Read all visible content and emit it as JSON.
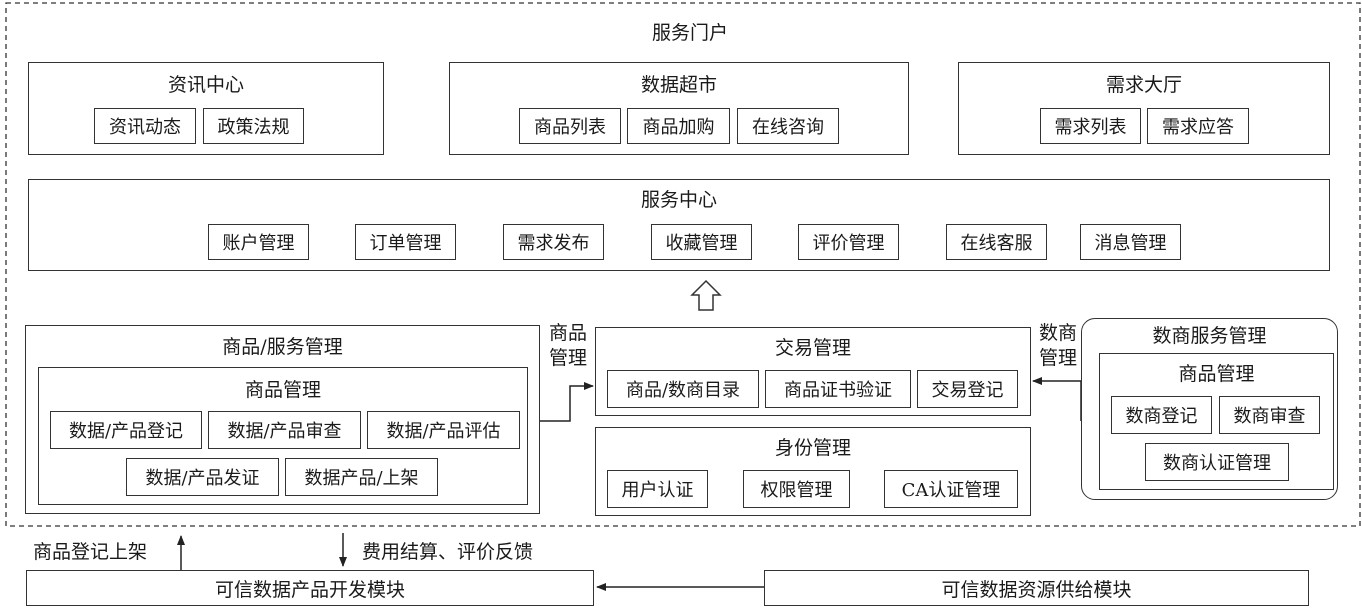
{
  "portal": {
    "title": "服务门户",
    "info_center": {
      "title": "资讯中心",
      "items": [
        "资讯动态",
        "政策法规"
      ]
    },
    "data_market": {
      "title": "数据超市",
      "items": [
        "商品列表",
        "商品加购",
        "在线咨询"
      ]
    },
    "demand_hall": {
      "title": "需求大厅",
      "items": [
        "需求列表",
        "需求应答"
      ]
    },
    "service_center": {
      "title": "服务中心",
      "items": [
        "账户管理",
        "订单管理",
        "需求发布",
        "收藏管理",
        "评价管理",
        "在线客服",
        "消息管理"
      ]
    },
    "goods_service": {
      "title": "商品/服务管理",
      "inner_title": "商品管理",
      "items": [
        "数据/产品登记",
        "数据/产品审查",
        "数据/产品评估",
        "数据/产品发证",
        "数据产品/上架"
      ]
    },
    "arrow_goods_label": [
      "商品",
      "管理"
    ],
    "trade": {
      "title": "交易管理",
      "items": [
        "商品/数商目录",
        "商品证书验证",
        "交易登记"
      ]
    },
    "identity": {
      "title": "身份管理",
      "items": [
        "用户认证",
        "权限管理",
        "CA认证管理"
      ]
    },
    "arrow_merchant_label": [
      "数商",
      "管理"
    ],
    "merchant_service": {
      "title": "数商服务管理",
      "inner_title": "商品管理",
      "items": [
        "数商登记",
        "数商审查",
        "数商认证管理"
      ]
    }
  },
  "bottom": {
    "up_label": "商品登记上架",
    "down_label": "费用结算、评价反馈",
    "dev_module": "可信数据产品开发模块",
    "supply_module": "可信数据资源供给模块"
  }
}
